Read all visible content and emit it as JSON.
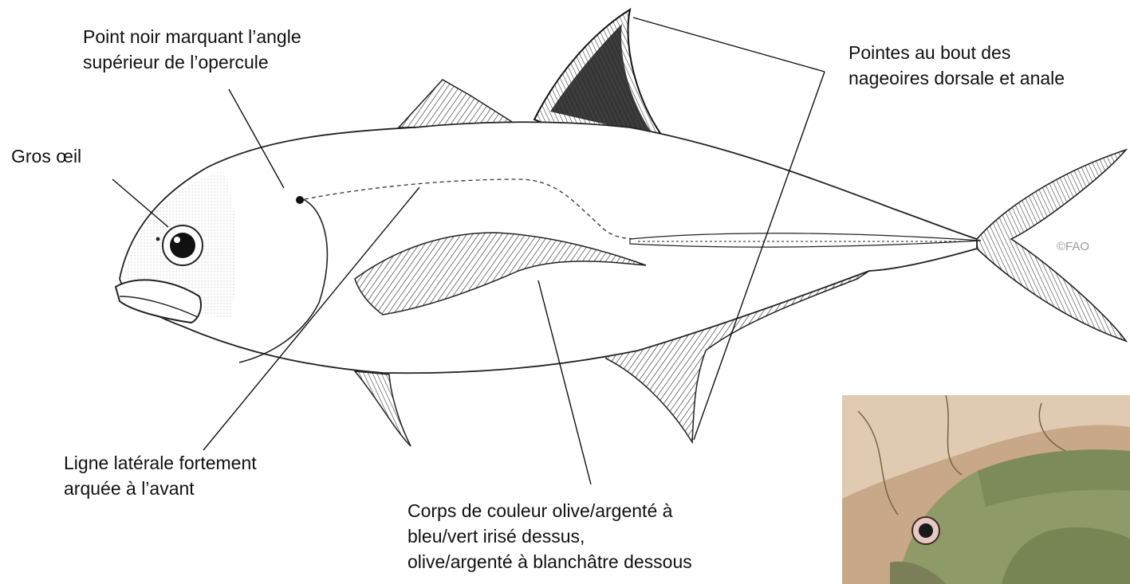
{
  "labels": {
    "opercle_spot": [
      "Point noir marquant l’angle",
      "supérieur de l’opercule"
    ],
    "fin_tips": [
      "Pointes au bout des",
      "nageoires dorsale et anale"
    ],
    "eye": [
      "Gros œil"
    ],
    "lateral_line": [
      "Ligne latérale fortement",
      "arquée à l’avant"
    ],
    "body_color": [
      "Corps de couleur olive/argenté à",
      "bleu/vert irisé dessus,",
      "olive/argenté à blanchâtre dessous"
    ]
  },
  "credit": "©FAO",
  "colors": {
    "ink": "#111111",
    "credit": "#9a9a9a",
    "photo_fish": "#8e9a67",
    "photo_bg": "#c8a888"
  }
}
